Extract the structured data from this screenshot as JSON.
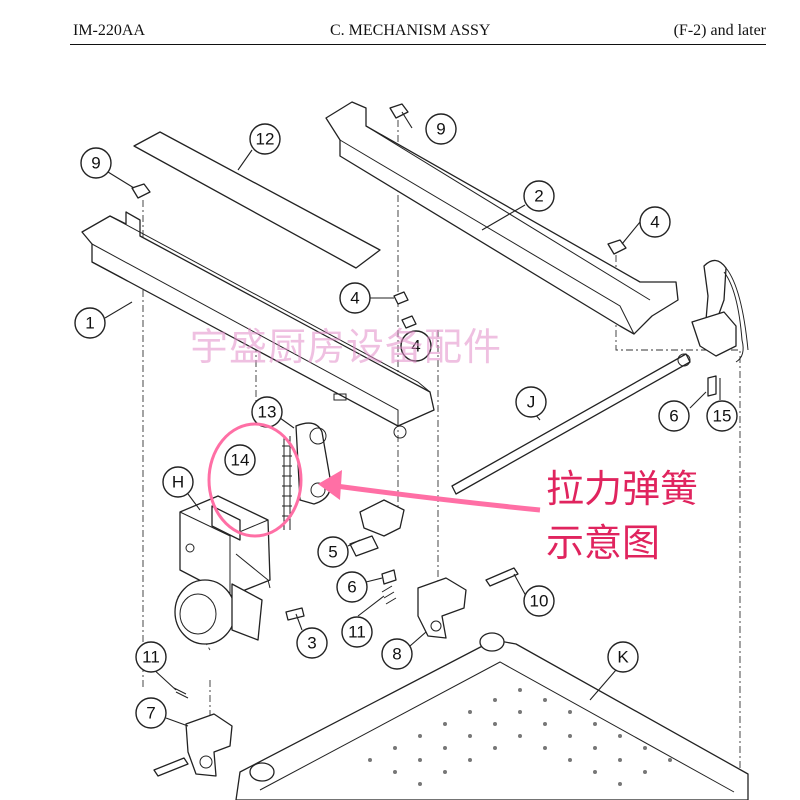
{
  "header": {
    "model": "IM-220AA",
    "section": "C. MECHANISM ASSY",
    "range": "(F-2) and later"
  },
  "watermark": "宇盛厨房设备配件",
  "annotation": {
    "line1": "拉力弹簧",
    "line2": "示意图",
    "color": "#e0245e"
  },
  "callouts": {
    "c9a": "9",
    "c12": "12",
    "c9b": "9",
    "c2": "2",
    "c4a": "4",
    "c1": "1",
    "c4b": "4",
    "c4c": "4",
    "cJ": "J",
    "c6a": "6",
    "c15": "15",
    "c13": "13",
    "c14": "14",
    "cH": "H",
    "c5": "5",
    "c6b": "6",
    "c10": "10",
    "c11a": "11",
    "c3": "3",
    "c8": "8",
    "cK": "K",
    "c11b": "11",
    "c7": "7"
  },
  "icons": {
    "highlight": "pink-circle-highlight",
    "arrow": "pink-arrow"
  }
}
